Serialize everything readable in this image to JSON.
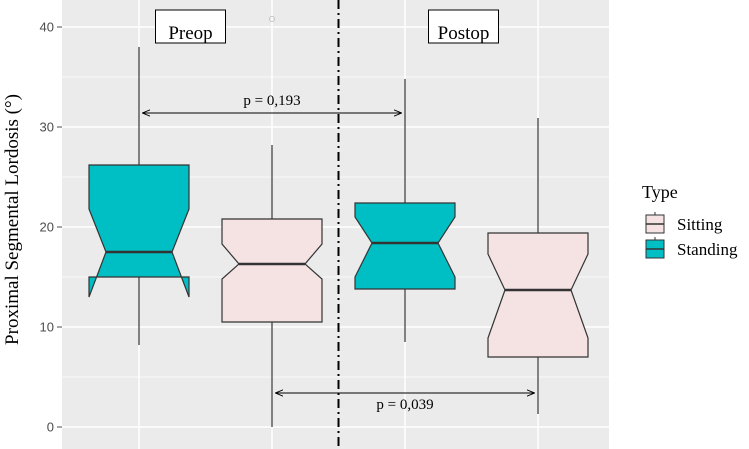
{
  "colors": {
    "panel_bg": "#ebebeb",
    "grid": "#ffffff",
    "standing_fill": "#00bfc4",
    "sitting_fill": "#f5e3e3",
    "box_stroke": "#333333",
    "tick_text": "#4d4d4d",
    "text": "#000000"
  },
  "chart_data": {
    "type": "box",
    "ylabel": "Proximal Segmental Lordosis (°)",
    "ylim": [
      0,
      41.5
    ],
    "yticks": [
      0,
      10,
      20,
      30,
      40
    ],
    "legend": {
      "title": "Type",
      "placement": "right",
      "entries": [
        {
          "label": "Sitting",
          "fill": "#f5e3e3"
        },
        {
          "label": "Standing",
          "fill": "#00bfc4"
        }
      ]
    },
    "panels": [
      "Preop",
      "Postop"
    ],
    "boxes": [
      {
        "panel": "Preop",
        "type": "Standing",
        "whisker_low": 8.2,
        "q1": 15.0,
        "median": 17.5,
        "q3": 26.2,
        "whisker_high": 38.0,
        "notch_low": 13.0,
        "notch_high": 21.8
      },
      {
        "panel": "Preop",
        "type": "Sitting",
        "whisker_low": 0.0,
        "q1": 10.5,
        "median": 16.3,
        "q3": 20.8,
        "whisker_high": 28.2,
        "notch_low": 14.8,
        "notch_high": 18.3,
        "outliers": [
          40.8
        ]
      },
      {
        "panel": "Postop",
        "type": "Standing",
        "whisker_low": 8.5,
        "q1": 13.8,
        "median": 18.4,
        "q3": 22.4,
        "whisker_high": 34.8,
        "notch_low": 15.0,
        "notch_high": 21.0
      },
      {
        "panel": "Postop",
        "type": "Sitting",
        "whisker_low": 1.3,
        "q1": 7.0,
        "median": 13.7,
        "q3": 19.4,
        "whisker_high": 30.9,
        "notch_low": 8.9,
        "notch_high": 17.3
      }
    ],
    "annotations": [
      {
        "text": "p = 0,193",
        "from_box": 0,
        "to_box": 2,
        "y": 31.4
      },
      {
        "text": "p = 0,039",
        "from_box": 1,
        "to_box": 3,
        "y": 3.4
      }
    ]
  }
}
